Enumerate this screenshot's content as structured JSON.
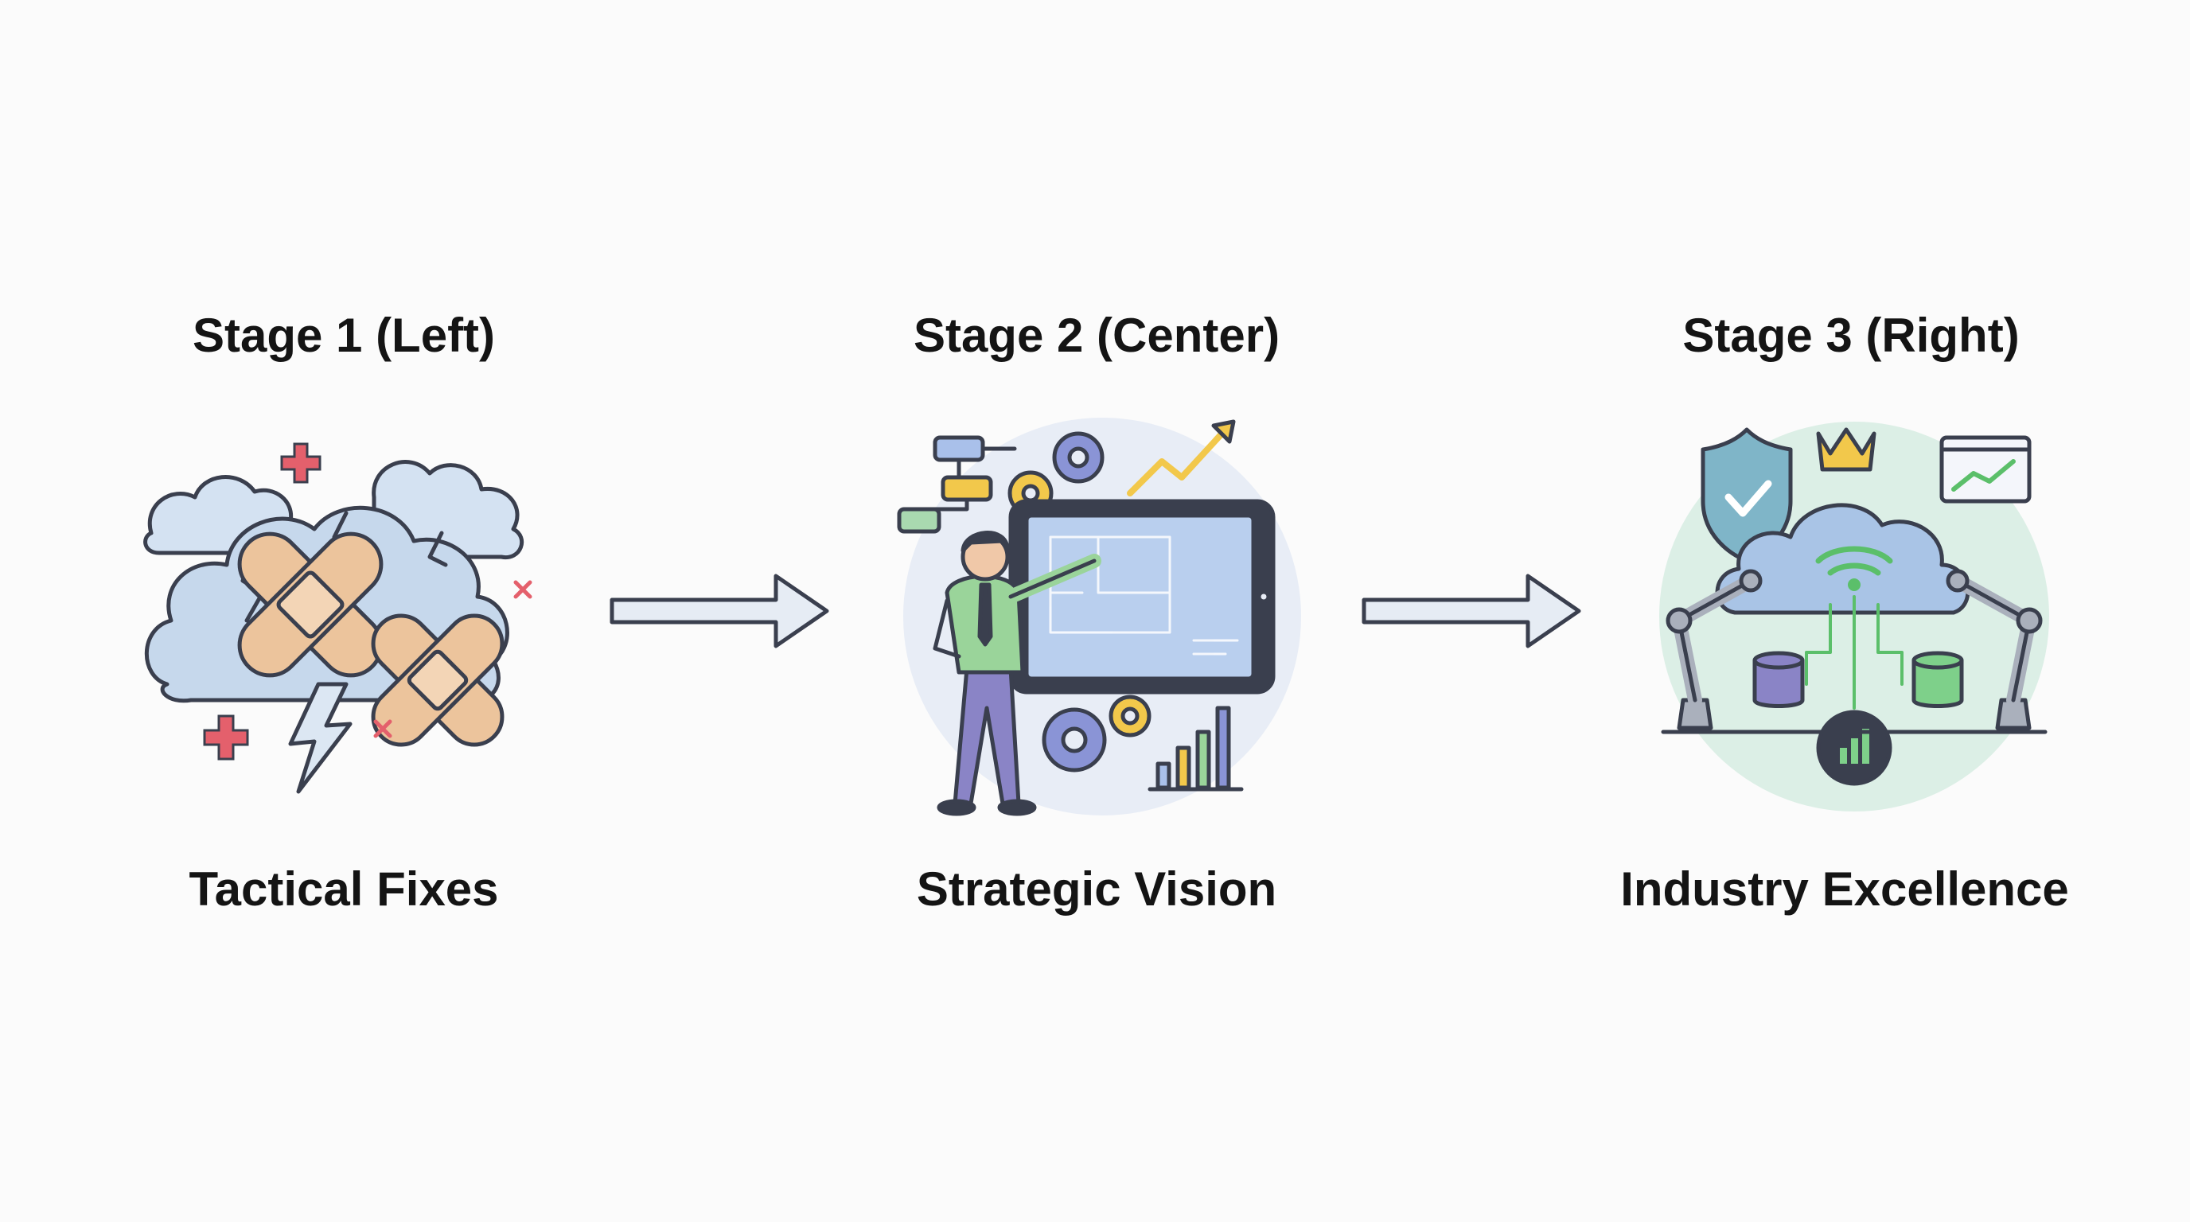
{
  "stages": [
    {
      "title": "Stage 1 (Left)",
      "caption": "Tactical Fixes",
      "illustration": "storm-clouds-with-bandages"
    },
    {
      "title": "Stage 2 (Center)",
      "caption": "Strategic Vision",
      "illustration": "person-presenting-blueprint-tablet"
    },
    {
      "title": "Stage 3 (Right)",
      "caption": "Industry Excellence",
      "illustration": "cloud-network-with-robot-arms"
    }
  ],
  "colors": {
    "text": "#141414",
    "outline": "#3a3f4e",
    "cloud": "#c6d8ec",
    "bandage": "#ecc49c",
    "cross": "#e4606c",
    "gear": "#8a94d6",
    "gold": "#f2c84b",
    "green": "#7ed08a",
    "arrow_fill": "#e6ecf4"
  }
}
